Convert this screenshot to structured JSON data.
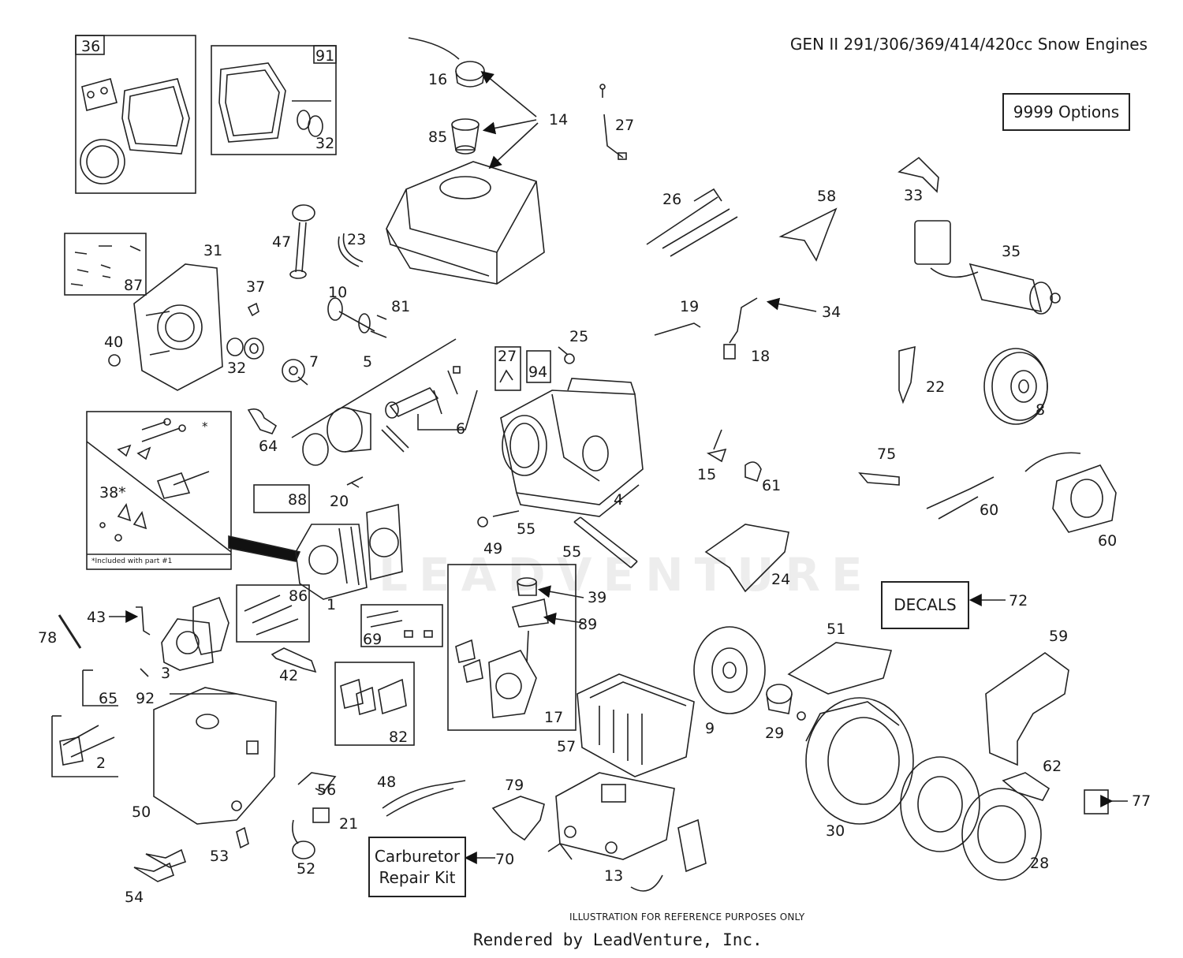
{
  "title": "GEN II 291/306/369/414/420cc Snow Engines",
  "options_box": "9999 Options",
  "decals_box": "DECALS",
  "carburetor_kit": {
    "line1": "Carburetor",
    "line2": "Repair Kit"
  },
  "footnote": "ILLUSTRATION FOR REFERENCE PURPOSES ONLY",
  "rendered_by": "Rendered by LeadVenture, Inc.",
  "watermark": "LEADVENTURE",
  "box38_note": "*Included with part #1",
  "box38_star": "*",
  "parts": {
    "p36": "36",
    "p91": "91",
    "p32a": "32",
    "p16": "16",
    "p14": "14",
    "p85": "85",
    "p27a": "27",
    "p26": "26",
    "p58": "58",
    "p33": "33",
    "p35": "35",
    "p87": "87",
    "p31": "31",
    "p47": "47",
    "p23": "23",
    "p37": "37",
    "p10": "10",
    "p81": "81",
    "p40": "40",
    "p32b": "32",
    "p7": "7",
    "p5": "5",
    "p27b": "27",
    "p94": "94",
    "p25": "25",
    "p19": "19",
    "p34": "34",
    "p18": "18",
    "p22": "22",
    "p8": "8",
    "p6": "6",
    "p64": "64",
    "p38": "38*",
    "p88": "88",
    "p20": "20",
    "p4": "4",
    "p15": "15",
    "p61": "61",
    "p75": "75",
    "p60a": "60",
    "p60b": "60",
    "p55a": "55",
    "p49": "49",
    "p55b": "55",
    "p24": "24",
    "p1": "1",
    "p39": "39",
    "p89": "89",
    "p72": "72",
    "p86": "86",
    "p43": "43",
    "p78": "78",
    "p69": "69",
    "p51": "51",
    "p59": "59",
    "p3": "3",
    "p42": "42",
    "p65": "65",
    "p92": "92",
    "p82": "82",
    "p17": "17",
    "p9": "9",
    "p57": "57",
    "p29": "29",
    "p2": "2",
    "p30": "30",
    "p62": "62",
    "p77": "77",
    "p56": "56",
    "p48": "48",
    "p79": "79",
    "p50": "50",
    "p21": "21",
    "p53": "53",
    "p52": "52",
    "p70": "70",
    "p13": "13",
    "p28": "28",
    "p54": "54"
  }
}
